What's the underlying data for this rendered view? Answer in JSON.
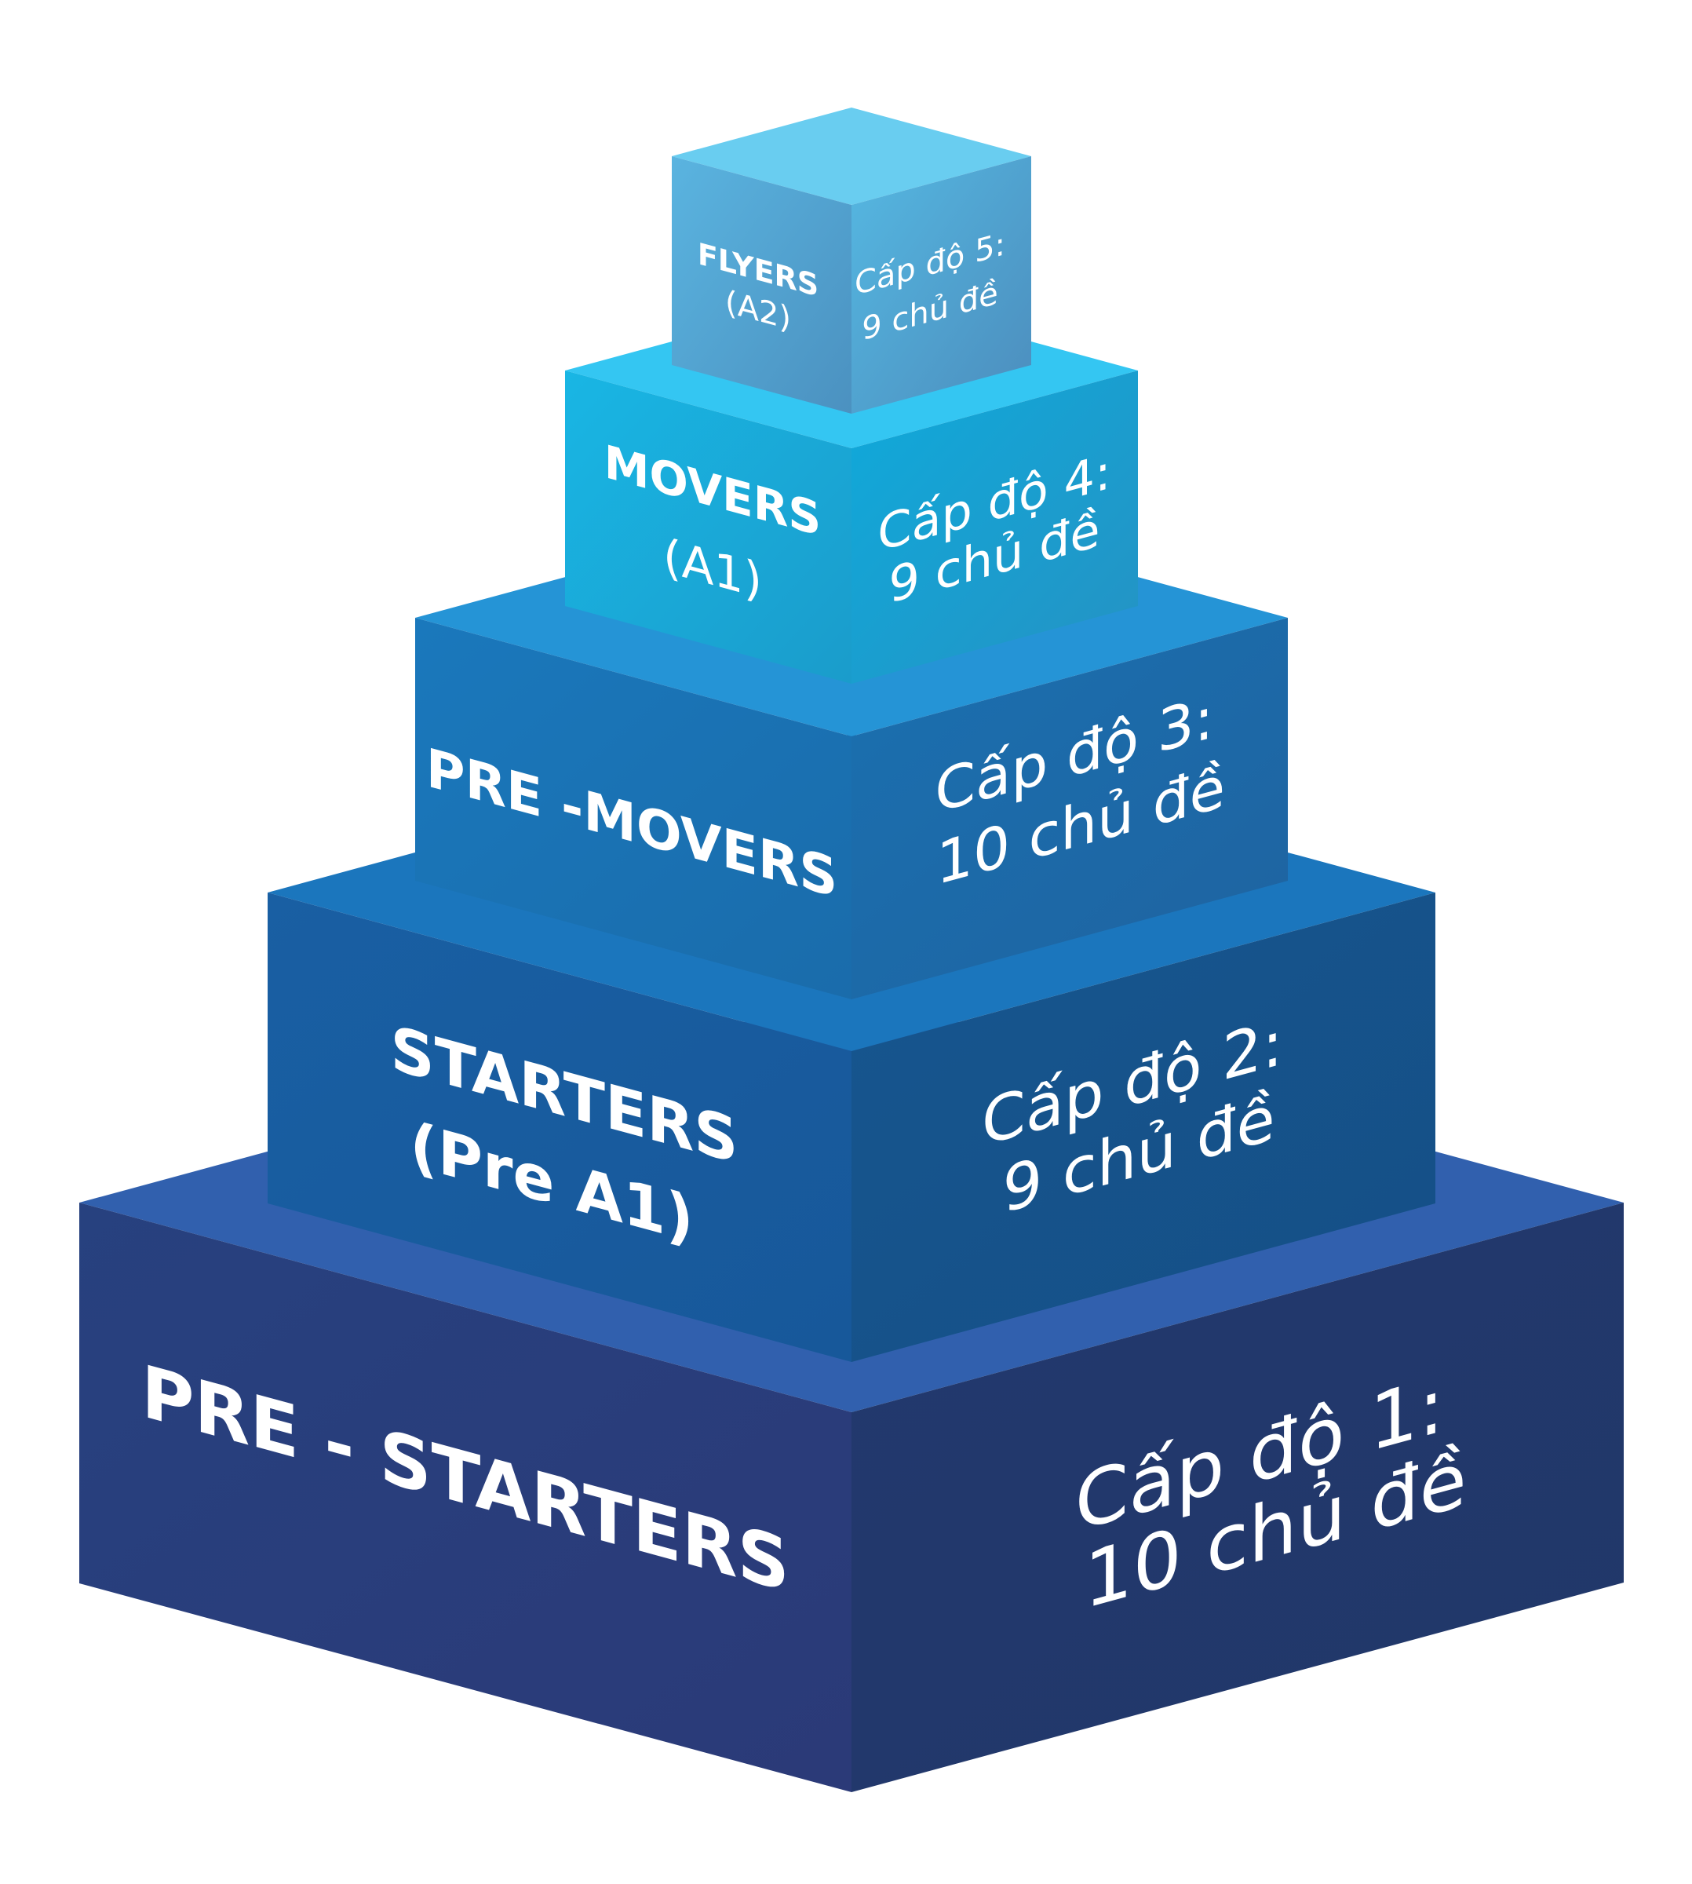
{
  "diagram": {
    "type": "stepped-pyramid",
    "levels": [
      {
        "id": "pre-starters",
        "name": "PRE - STARTERS",
        "cefr": "",
        "level_label": "Cấp độ 1:",
        "topics_label": "10 chủ đề",
        "colors": {
          "top": "#3160ae",
          "left": "#27417f",
          "left_dark": "#2b3a78",
          "right": "#22396e",
          "right_dark": "#213769"
        }
      },
      {
        "id": "starters",
        "name": "STARTERS",
        "cefr": "(Pre A1)",
        "level_label": "Cấp độ 2:",
        "topics_label": "9 chủ đề",
        "colors": {
          "top": "#1b76bd",
          "left": "#195fa3",
          "left_dark": "#17589a",
          "right": "#16568f",
          "right_dark": "#154f86"
        }
      },
      {
        "id": "pre-movers",
        "name": "PRE -MOVERS",
        "cefr": "",
        "level_label": "Cấp độ 3:",
        "topics_label": "10 chủ đề",
        "colors": {
          "top": "#2594d6",
          "left": "#1a78bc",
          "left_dark": "#1a6cab",
          "right": "#1a70b0",
          "right_dark": "#1f63a0"
        }
      },
      {
        "id": "movers",
        "name": "MOVERS",
        "cefr": "(A1)",
        "level_label": "Cấp độ 4:",
        "topics_label": "9 chủ đề",
        "colors": {
          "top": "#34c6f2",
          "left": "#19b6e4",
          "left_dark": "#1a9ccb",
          "right": "#0faadb",
          "right_dark": "#2592c3"
        }
      },
      {
        "id": "flyers",
        "name": "FLYERS",
        "cefr": "(A2)",
        "level_label": "Cấp độ 5:",
        "topics_label": "9 chủ đề",
        "colors": {
          "top": "#69cdf0",
          "left": "#5ab4e0",
          "left_dark": "#4b91c0",
          "right": "#55b8e2",
          "right_dark": "#4c8dbd"
        }
      }
    ]
  }
}
